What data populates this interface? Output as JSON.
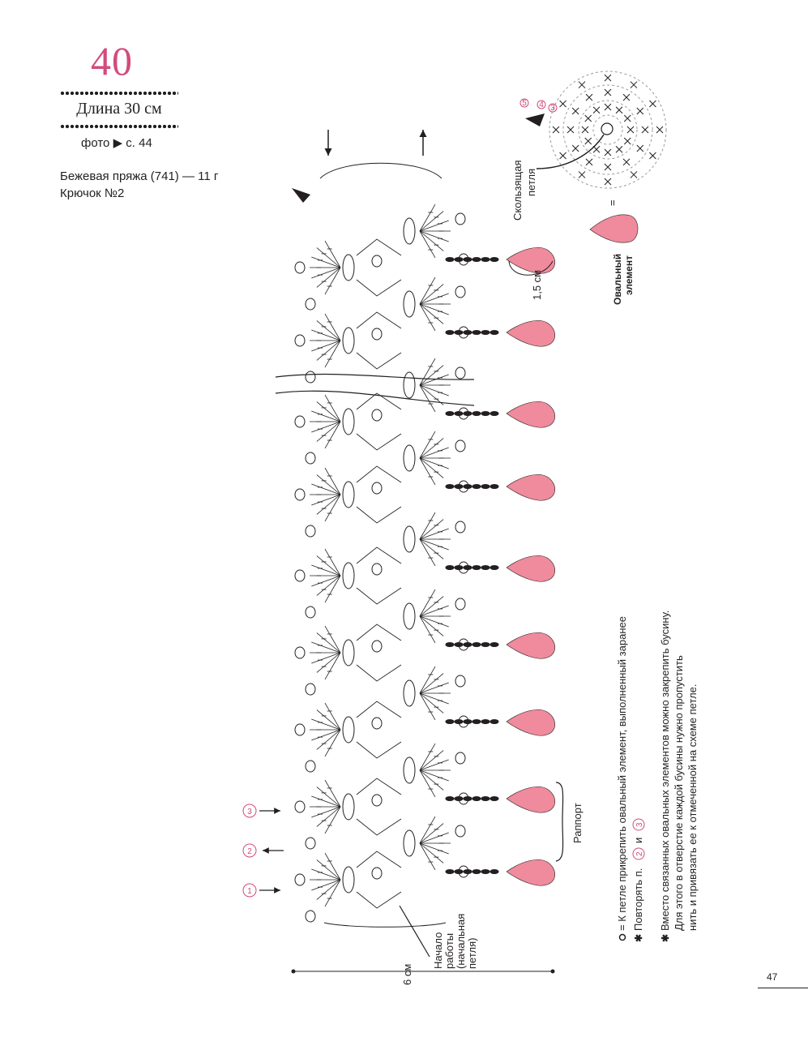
{
  "header": {
    "pattern_number": "40",
    "length_label": "Длина 30 см",
    "photo_ref": "фото ▶ с. 44",
    "yarn": "Бежевая пряжа (741) — 11 г",
    "hook": "Крючок №2"
  },
  "diagram": {
    "slip_loop_label": [
      "Скользящая",
      "петля"
    ],
    "oval_element_label": [
      "Овальный",
      "элемент"
    ],
    "drop_length_label": "1,5 см",
    "repeat_label": "Раппорт",
    "start_label": [
      "Начало",
      "работы",
      "(начальная",
      "петля)"
    ],
    "width_label": "6 см",
    "row_markers": [
      "1",
      "2",
      "3"
    ],
    "motif_row_numbers": [
      "5",
      "4",
      "3"
    ],
    "equals_sign": "="
  },
  "notes": {
    "note1": "= К петле прикрепить овальный элемент, выполненный заранее",
    "note2_prefix": "Повторять п.",
    "note2_n1": "2",
    "note2_and": "и",
    "note2_n2": "3",
    "note3_lines": [
      "Вместо связанных овальных элементов можно закрепить бусину.",
      "Для этого в отверстие каждой бусины нужно пропустить",
      "нить и привязать ее к отмеченной на схеме петле."
    ]
  },
  "page_number": "47",
  "colors": {
    "accent_pink": "#d24b7c",
    "drop_fill": "#ef8b9c",
    "ink": "#231f20"
  }
}
